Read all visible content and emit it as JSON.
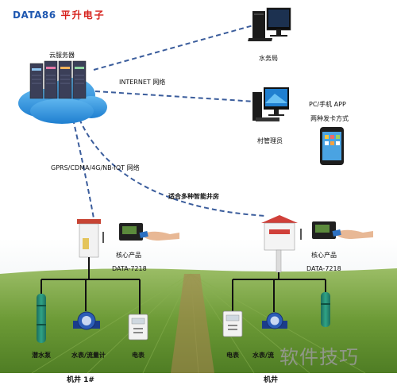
{
  "brand": {
    "name_en": "DATA86",
    "name_cn": "平升电子"
  },
  "nodes": {
    "cloud": "云服务器",
    "water_bureau": "水务局",
    "village_admin": "村管理员",
    "pc_app": "PC/手机 APP",
    "card_methods": "两种发卡方式",
    "core_product_1": "核心产品",
    "model_1": "DATA-7218",
    "core_product_2": "核心产品",
    "model_2": "DATA-7218"
  },
  "links": {
    "internet": "INTERNET 网络",
    "gprs": "GPRS/CDMA/4G/NB-IOT 网络",
    "well_house": "适合多种智能井房"
  },
  "well1": {
    "title": "机井 1#",
    "devices": [
      "潜水泵",
      "水表/流量计",
      "电表"
    ]
  },
  "well2": {
    "title": "机井",
    "devices": [
      "电表",
      "水表/流"
    ]
  },
  "watermark": "软件技巧",
  "colors": {
    "link_line": "#3b5d9c",
    "brand_blue": "#1e57b0",
    "brand_red": "#d6201b",
    "field_green": "#6f9a3c",
    "sky": "#e9eef2"
  }
}
